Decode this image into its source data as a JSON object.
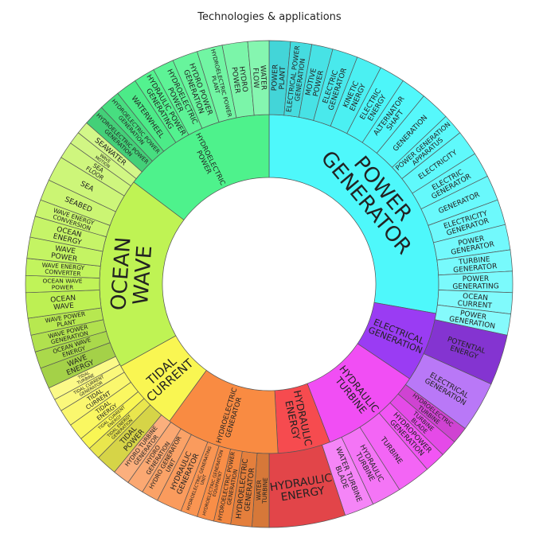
{
  "chart_data": {
    "type": "sunburst",
    "title": "Technologies & applications",
    "inner": [
      {
        "name": "POWER GENERATOR",
        "value": 100,
        "color": "#4ef8fb"
      },
      {
        "name": "ELECTRICAL GENERATION",
        "value": 24,
        "color": "#9a3cf3"
      },
      {
        "name": "HYDRAULIC TURBINE",
        "value": 35,
        "color": "#f14ef4"
      },
      {
        "name": "HYDRAULIC ENERGY",
        "value": 18,
        "color": "#f64b4f"
      },
      {
        "name": "HYDROELECTRIC GENERATOR",
        "value": 39,
        "color": "#f98b42"
      },
      {
        "name": "TIDAL CURRENT",
        "value": 25,
        "color": "#f9f652"
      },
      {
        "name": "OCEAN WAVE",
        "value": 66,
        "color": "#bff354"
      },
      {
        "name": "HYDROELECTRIC POWER",
        "value": 53,
        "color": "#4ef28c"
      }
    ],
    "outer": [
      {
        "parent": 0,
        "name": "POWER PLANT",
        "value": 5
      },
      {
        "parent": 0,
        "name": "ELECTRICAL POWER GENERATION",
        "value": 5
      },
      {
        "parent": 0,
        "name": "MOTIVE POWER",
        "value": 5
      },
      {
        "parent": 0,
        "name": "ELECTRIC GENERATOR",
        "value": 6
      },
      {
        "parent": 0,
        "name": "KINETIC ENERGY",
        "value": 6
      },
      {
        "parent": 0,
        "name": "ELECTRIC ENERGY",
        "value": 6
      },
      {
        "parent": 0,
        "name": "ALTERNATOR SHAFT",
        "value": 6
      },
      {
        "parent": 0,
        "name": "GENERATION",
        "value": 7
      },
      {
        "parent": 0,
        "name": "POWER GENERATION APPARATUS",
        "value": 5
      },
      {
        "parent": 0,
        "name": "ELECTRICITY",
        "value": 6
      },
      {
        "parent": 0,
        "name": "ELECTRIC GENERATOR",
        "value": 6
      },
      {
        "parent": 0,
        "name": "GENERATOR",
        "value": 6
      },
      {
        "parent": 0,
        "name": "ELECTRICITY GENERATOR",
        "value": 6
      },
      {
        "parent": 0,
        "name": "POWER GENERATOR",
        "value": 6
      },
      {
        "parent": 0,
        "name": "TURBINE GENERATOR",
        "value": 5
      },
      {
        "parent": 0,
        "name": "POWER GENERATING",
        "value": 5
      },
      {
        "parent": 0,
        "name": "OCEAN CURRENT",
        "value": 5
      },
      {
        "parent": 0,
        "name": "POWER GENERATION",
        "value": 5
      },
      {
        "parent": 1,
        "name": "POTENTIAL ENERGY",
        "value": 12
      },
      {
        "parent": 1,
        "name": "ELECTRICAL GENERATION",
        "value": 12
      },
      {
        "parent": 2,
        "name": "HYDROELECTRIC TURBINE",
        "value": 4
      },
      {
        "parent": 2,
        "name": "TURBINE BLADE",
        "value": 4
      },
      {
        "parent": 2,
        "name": "HYDROPOWER GENERATION",
        "value": 5
      },
      {
        "parent": 2,
        "name": "TURBINE",
        "value": 8
      },
      {
        "parent": 2,
        "name": "HYDRAULIC TURBINE",
        "value": 7
      },
      {
        "parent": 2,
        "name": "WATER TURBINE BLADE",
        "value": 7
      },
      {
        "parent": 3,
        "name": "HYDRAULIC ENERGY",
        "value": 18
      },
      {
        "parent": 4,
        "name": "WATER TURBINE",
        "value": 4
      },
      {
        "parent": 4,
        "name": "HYDROELECTRIC GENERATOR",
        "value": 5
      },
      {
        "parent": 4,
        "name": "HYDROELECTRIC POWER GENERATION",
        "value": 4
      },
      {
        "parent": 4,
        "name": "HYDROELECTRIC GENERATION EQUIPMENT",
        "value": 4
      },
      {
        "parent": 4,
        "name": "HYDROELECTRIC GENERATING UNIT",
        "value": 4
      },
      {
        "parent": 4,
        "name": "HYDRAULIC GENERATOR",
        "value": 6
      },
      {
        "parent": 4,
        "name": "HYDRO GENERATOR UNIT",
        "value": 4
      },
      {
        "parent": 4,
        "name": "HYDRO GENERATION",
        "value": 4
      },
      {
        "parent": 4,
        "name": "HYDRO TURBINE GENERATOR",
        "value": 4
      },
      {
        "parent": 5,
        "name": "TIDAL POWER",
        "value": 5
      },
      {
        "parent": 5,
        "name": "TIDAL ENERGY GENERATION",
        "value": 3
      },
      {
        "parent": 5,
        "name": "TIDAL CURRENT ENERGY",
        "value": 3
      },
      {
        "parent": 5,
        "name": "TIDAL ENERGY",
        "value": 4
      },
      {
        "parent": 5,
        "name": "TIDAL CURRENT",
        "value": 4
      },
      {
        "parent": 5,
        "name": "TIDAL CURRENT GENERATOR",
        "value": 3
      },
      {
        "parent": 5,
        "name": "TIDAL TURBINE",
        "value": 3
      },
      {
        "parent": 6,
        "name": "WAVE ENERGY",
        "value": 5
      },
      {
        "parent": 6,
        "name": "OCEAN WAVE ENERGY",
        "value": 4
      },
      {
        "parent": 6,
        "name": "WAVE POWER GENERATION",
        "value": 4
      },
      {
        "parent": 6,
        "name": "WAVE POWER PLANT",
        "value": 4
      },
      {
        "parent": 6,
        "name": "OCEAN WAVE",
        "value": 6
      },
      {
        "parent": 6,
        "name": "OCEAN WAVE POWER",
        "value": 4
      },
      {
        "parent": 6,
        "name": "WAVE ENERGY CONVERTER",
        "value": 4
      },
      {
        "parent": 6,
        "name": "WAVE POWER",
        "value": 5
      },
      {
        "parent": 6,
        "name": "OCEAN ENERGY",
        "value": 5
      },
      {
        "parent": 6,
        "name": "WAVE ENERGY CONVERSION",
        "value": 4
      },
      {
        "parent": 6,
        "name": "SEABED",
        "value": 5
      },
      {
        "parent": 6,
        "name": "SEA",
        "value": 6
      },
      {
        "parent": 6,
        "name": "SEA FLOOR",
        "value": 4
      },
      {
        "parent": 6,
        "name": "WAVE MOTION",
        "value": 3
      },
      {
        "parent": 6,
        "name": "SEAWATER",
        "value": 3
      },
      {
        "parent": 7,
        "name": "HYDROELECTRIC POWER GENERATION",
        "value": 5
      },
      {
        "parent": 7,
        "name": "HYDROELECTRIC POWER GENERATION",
        "value": 5
      },
      {
        "parent": 7,
        "name": "WATERWHEEL",
        "value": 5
      },
      {
        "parent": 7,
        "name": "HYDRAULIC POWER GENERATING",
        "value": 5
      },
      {
        "parent": 7,
        "name": "HYDROELECTRIC POWER",
        "value": 5
      },
      {
        "parent": 7,
        "name": "HYDRO POWER GENERATION",
        "value": 6
      },
      {
        "parent": 7,
        "name": "HYDROELECTRIC POWER PLANT",
        "value": 6
      },
      {
        "parent": 7,
        "name": "HYDRO POWER",
        "value": 6
      },
      {
        "parent": 7,
        "name": "WATER FLOW",
        "value": 5
      }
    ]
  }
}
